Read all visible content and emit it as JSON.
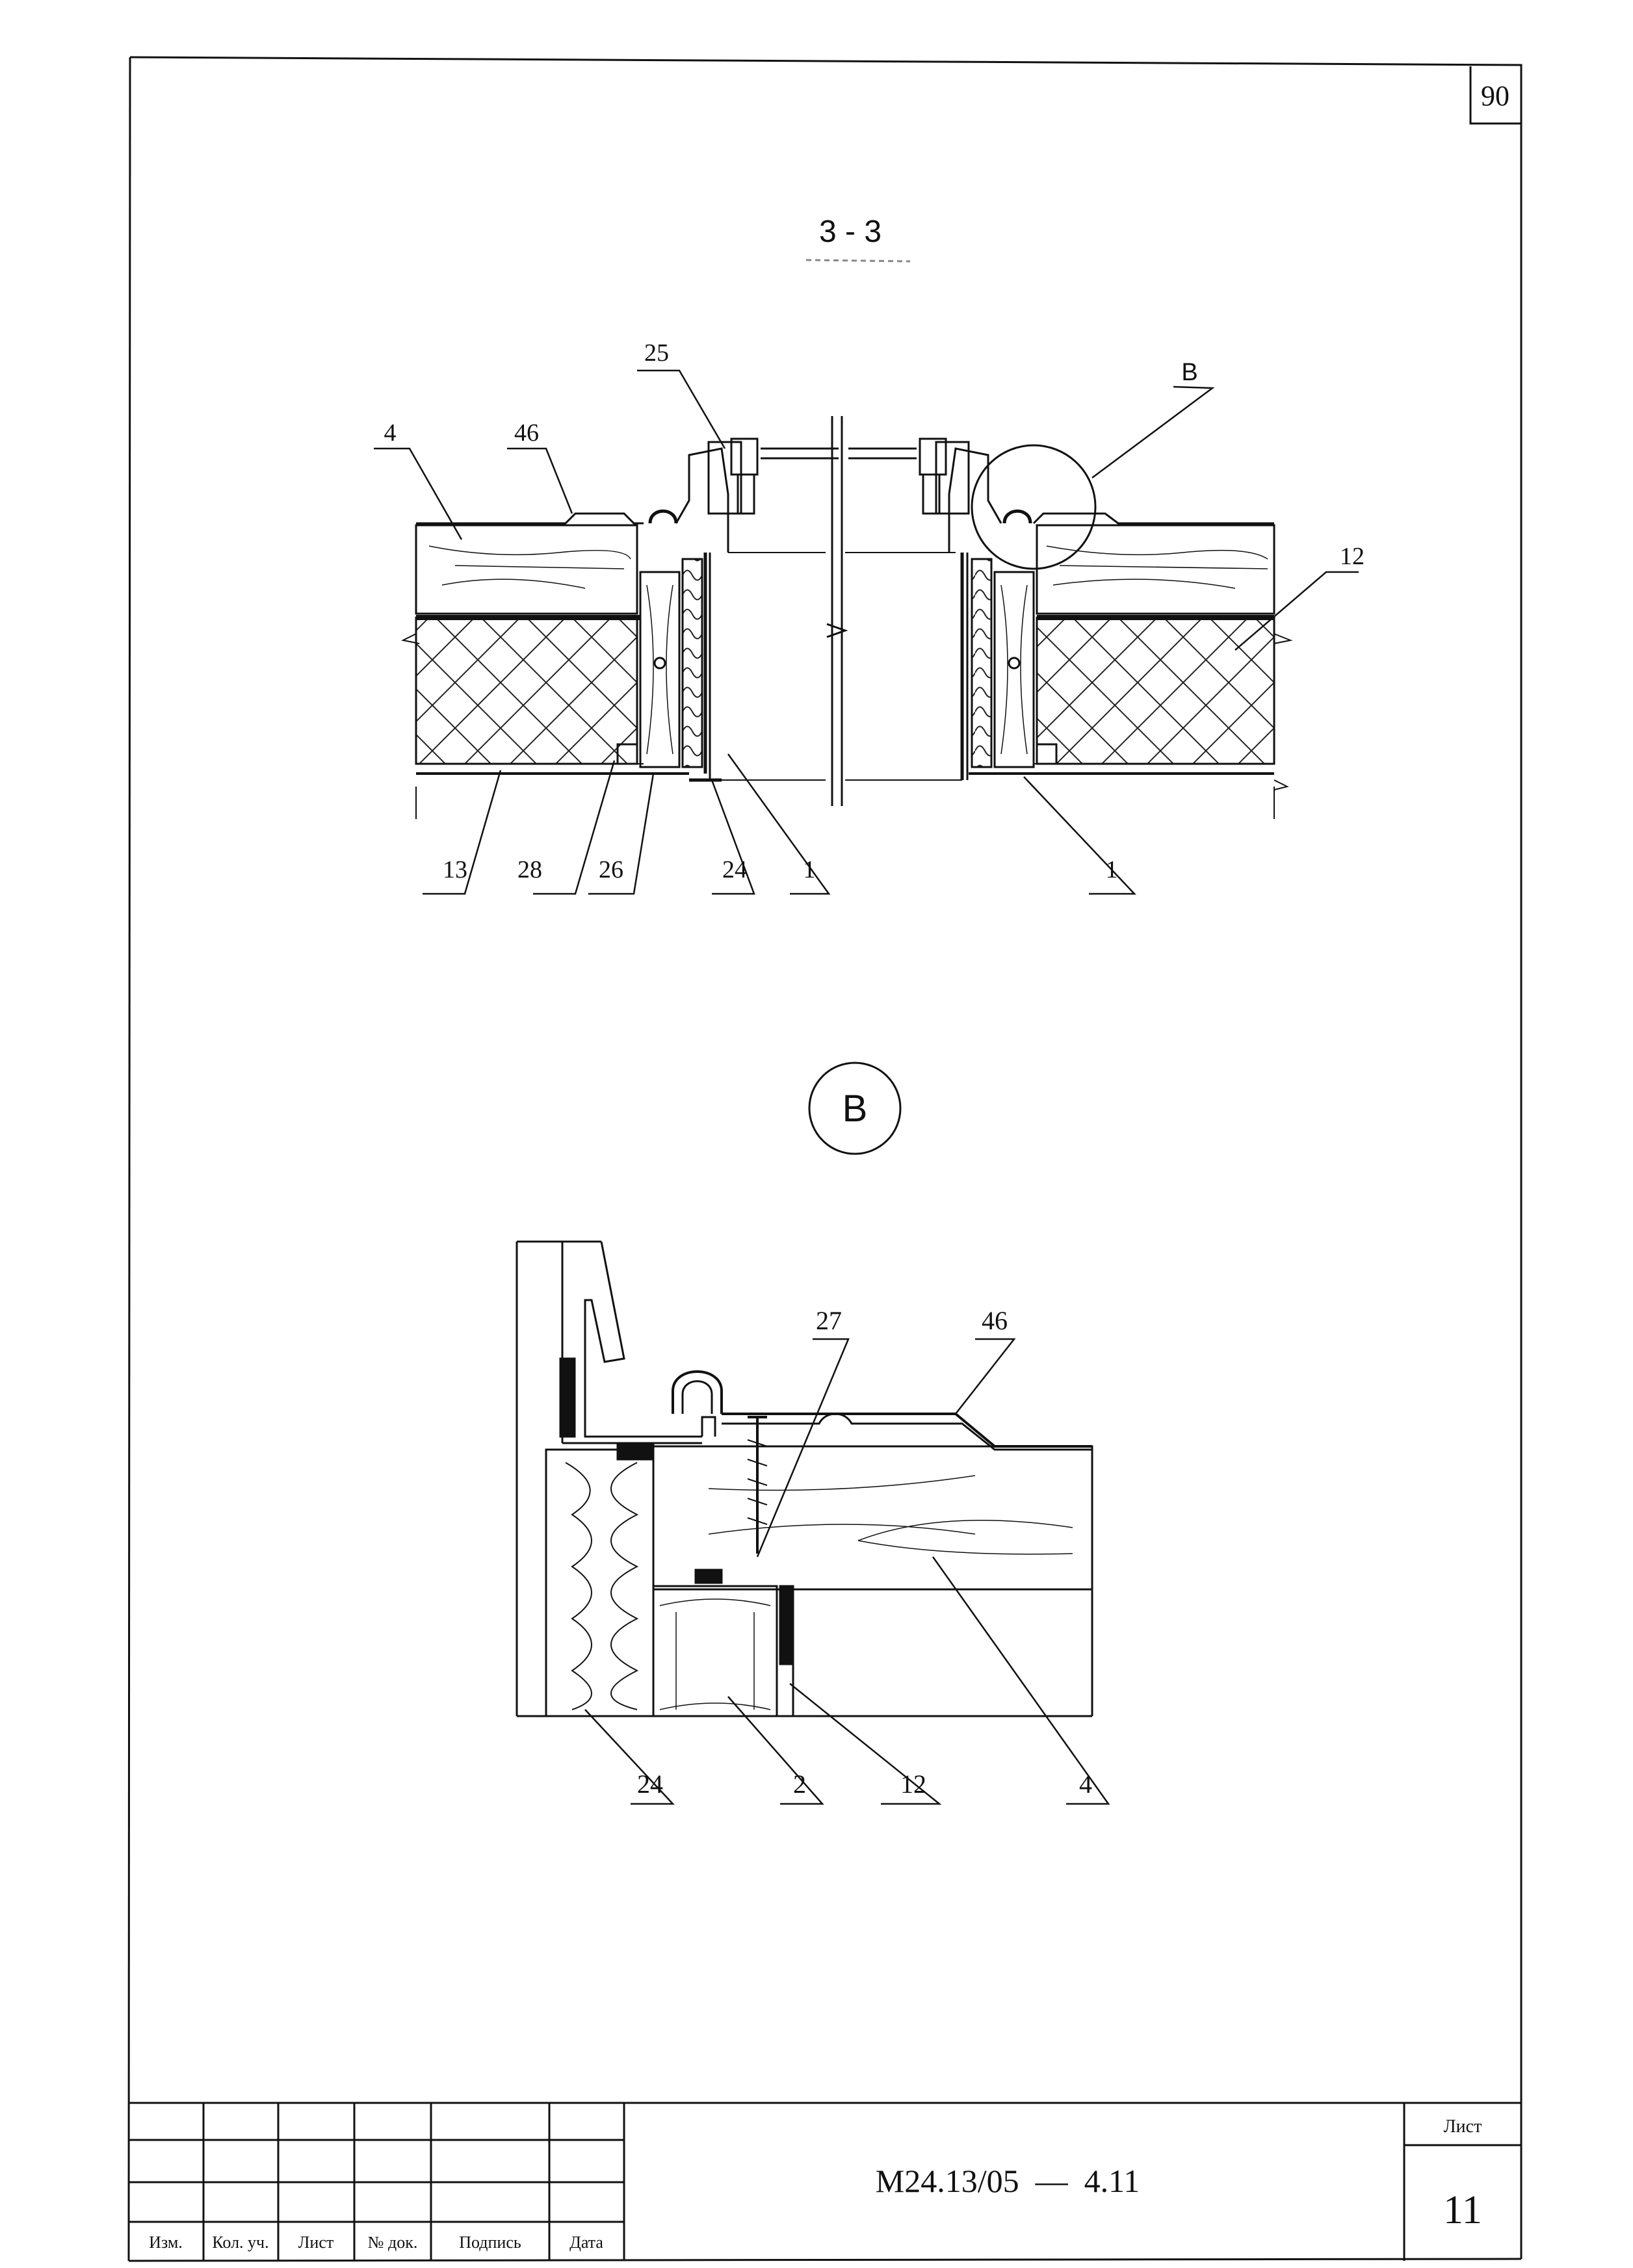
{
  "sheet": {
    "archive_number": "90",
    "section_title": "3 - 3",
    "detail_marker": "В",
    "section_callouts": {
      "c25": "25",
      "c46": "46",
      "c4": "4",
      "cB": "В",
      "c12": "12",
      "c13": "13",
      "c28": "28",
      "c26": "26",
      "c24": "24",
      "c1a": "1",
      "c1b": "1"
    },
    "detail_callouts": {
      "c27": "27",
      "c46": "46",
      "c24": "24",
      "c2": "2",
      "c12": "12",
      "c4": "4"
    }
  },
  "title_block": {
    "headers": [
      "Изм.",
      "Кол. уч.",
      "Лист",
      "№ док.",
      "Подпись",
      "Дата"
    ],
    "document_code": "М24.13/05  —  4.11",
    "sheet_label": "Лист",
    "sheet_number": "11"
  }
}
